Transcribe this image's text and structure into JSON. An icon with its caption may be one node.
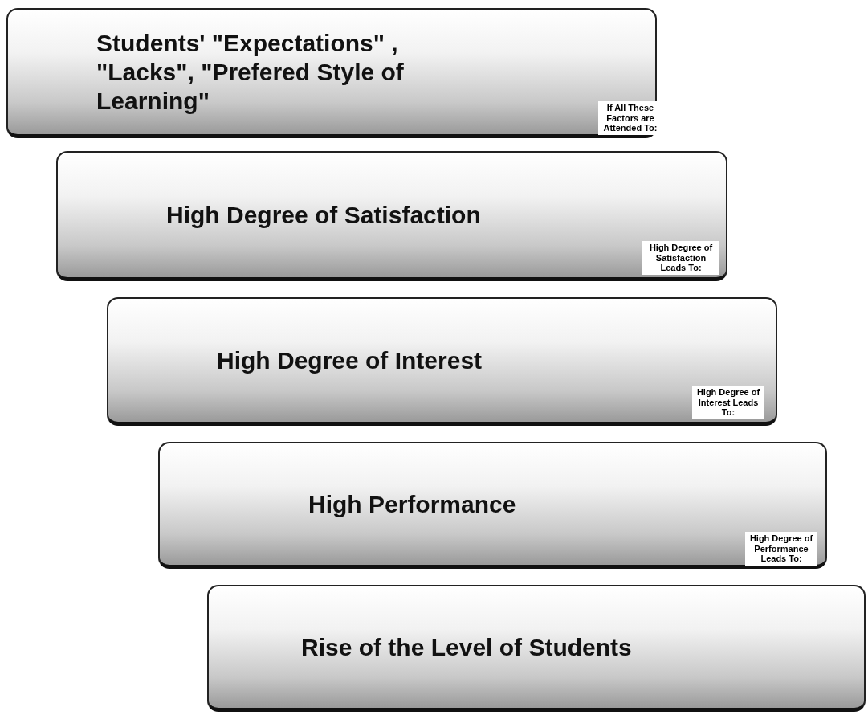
{
  "diagram": {
    "nodes": [
      {
        "text": [
          "Students' \"Expectations\" , \"Lacks\", \"Prefered Style of Learning\""
        ]
      },
      {
        "text": [
          "High Degree of Satisfaction"
        ]
      },
      {
        "text": [
          "High Degree of Interest"
        ]
      },
      {
        "text": [
          "High Performance"
        ]
      },
      {
        "text": [
          "Rise of the Level of Students"
        ]
      }
    ],
    "labels": [
      "If All These Factors are Attended To:",
      "High Degree of Satisfaction Leads To:",
      "High Degree of Interest Leads To:",
      "High Degree of Performance Leads To:"
    ]
  }
}
